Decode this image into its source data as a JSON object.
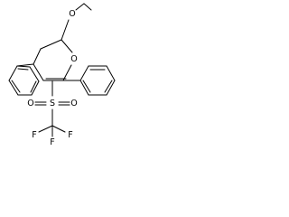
{
  "molecule": {
    "atoms": {
      "ring_oxygen": "O",
      "ethoxy_oxygen": "O",
      "sulfur": "S",
      "sulfonyl_oxygen_left": "O",
      "sulfonyl_oxygen_right": "O",
      "fluorine_left": "F",
      "fluorine_bottom": "F",
      "fluorine_right": "F"
    }
  }
}
